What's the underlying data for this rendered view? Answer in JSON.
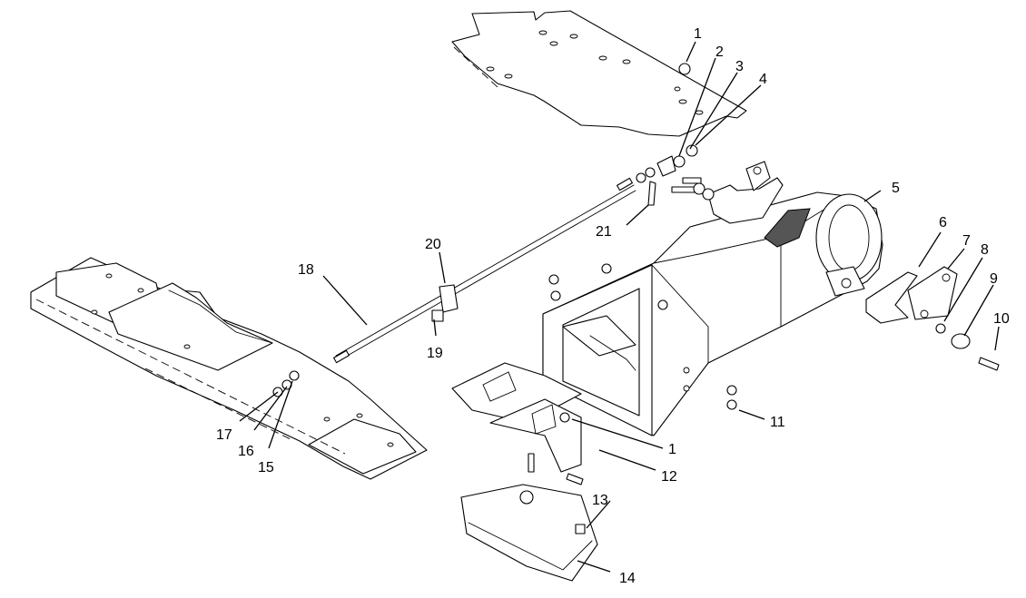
{
  "diagram": {
    "type": "exploded-parts-view",
    "callouts": [
      "1",
      "2",
      "3",
      "4",
      "5",
      "6",
      "7",
      "8",
      "9",
      "10",
      "11",
      "1",
      "12",
      "13",
      "14",
      "15",
      "16",
      "17",
      "18",
      "19",
      "20",
      "21"
    ]
  }
}
